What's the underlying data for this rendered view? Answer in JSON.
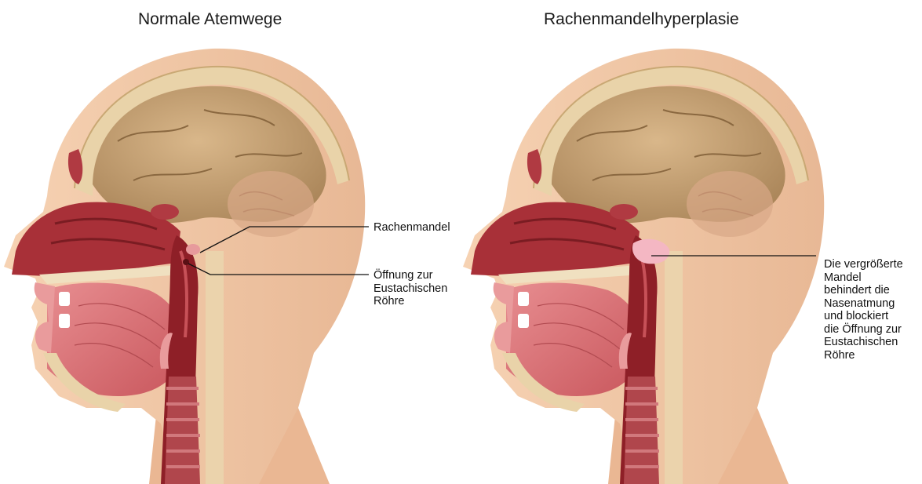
{
  "left_panel": {
    "title": "Normale Atemwege",
    "labels": {
      "adenoid": "Rachenmandel",
      "eustachian_line1": "Öffnung zur",
      "eustachian_line2": "Eustachischen",
      "eustachian_line3": "Röhre"
    }
  },
  "right_panel": {
    "title": "Rachenmandelhyperplasie",
    "label_lines": [
      "Die vergrößerte",
      "Mandel",
      "behindert die",
      "Nasenatmung",
      "und blockiert",
      "die Öffnung zur",
      "Eustachischen",
      "Röhre"
    ]
  },
  "colors": {
    "skin": "#f2c9a6",
    "skin_shadow": "#e2a985",
    "bone": "#efdcb8",
    "brain": "#c7a478",
    "tissue_dark": "#8e1f27",
    "tissue_mid": "#b8444a",
    "tissue_light": "#e79a9c",
    "enlarged_adenoid": "#f4b7c3"
  }
}
